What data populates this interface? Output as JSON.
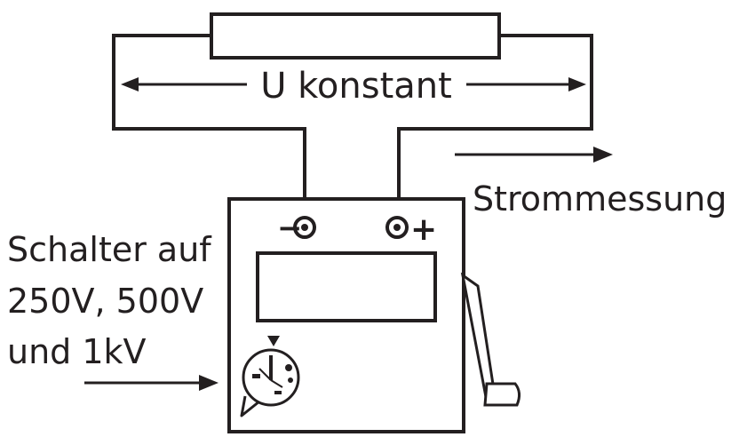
{
  "labels": {
    "voltage": "U konstant",
    "current": "Strommessung",
    "switch_lines": [
      "Schalter auf",
      "250V, 500V",
      "und 1kV"
    ],
    "minus": "−",
    "plus": "+"
  },
  "colors": {
    "ink": "#231f20",
    "background": "#ffffff"
  }
}
